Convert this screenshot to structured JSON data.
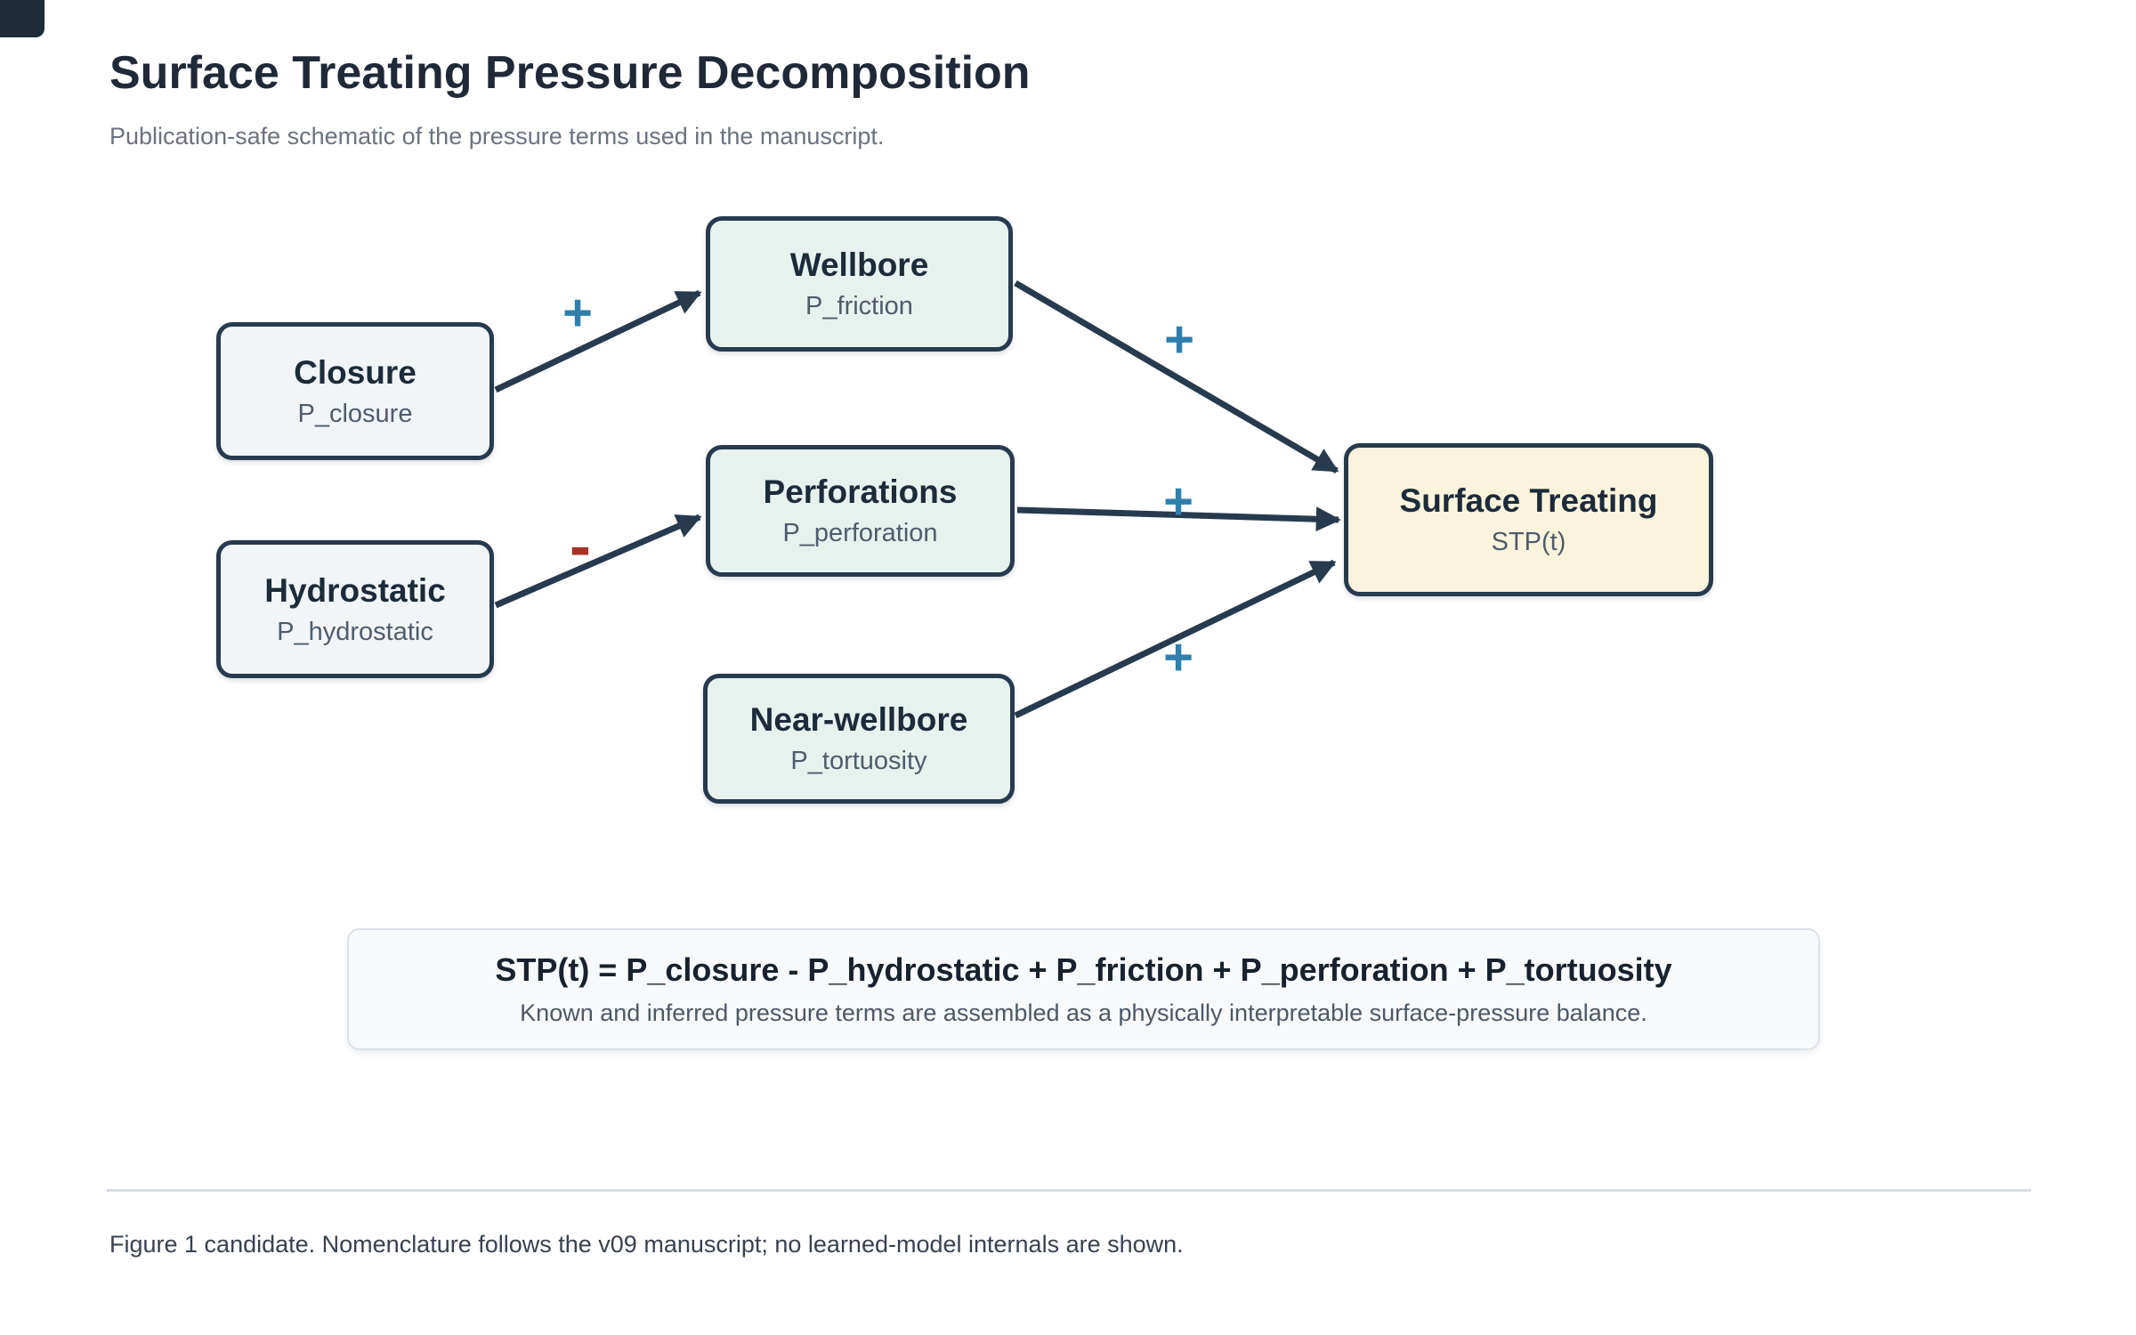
{
  "page": {
    "title": "Surface Treating Pressure Decomposition",
    "subtitle": "Publication-safe schematic of the pressure terms used in the manuscript.",
    "footer": "Figure 1 candidate. Nomenclature follows the v09 manuscript; no learned-model internals are shown."
  },
  "colors": {
    "navy": "#273a4e",
    "ink": "#1f2937",
    "plus-blue": "#2f7fad",
    "minus-red": "#a63327",
    "fill-neutral": "#f2f5f8",
    "fill-teal": "#e7f1ee",
    "fill-cream": "#fcf3dc",
    "panel-fill": "#f7f9fb"
  },
  "diagram": {
    "nodes": [
      {
        "id": "closure",
        "title": "Closure",
        "symbol": "P_closure"
      },
      {
        "id": "hydrostatic",
        "title": "Hydrostatic",
        "symbol": "P_hydrostatic"
      },
      {
        "id": "wellbore",
        "title": "Wellbore",
        "symbol": "P_friction"
      },
      {
        "id": "perforations",
        "title": "Perforations",
        "symbol": "P_perforation"
      },
      {
        "id": "nearwellbore",
        "title": "Near-wellbore",
        "symbol": "P_tortuosity"
      },
      {
        "id": "surface",
        "title": "Surface Treating",
        "symbol": "STP(t)"
      }
    ],
    "edges": [
      {
        "from": "Closure",
        "to": "Wellbore",
        "sign": "+"
      },
      {
        "from": "Hydrostatic",
        "to": "Perforations",
        "sign": "-"
      },
      {
        "from": "Wellbore",
        "to": "Surface Treating",
        "sign": "+"
      },
      {
        "from": "Perforations",
        "to": "Surface Treating",
        "sign": "+"
      },
      {
        "from": "Near-wellbore",
        "to": "Surface Treating",
        "sign": "+"
      }
    ]
  },
  "equation": {
    "formula": "STP(t) = P_closure - P_hydrostatic + P_friction + P_perforation + P_tortuosity",
    "caption": "Known and inferred pressure terms are assembled as a physically interpretable surface-pressure balance."
  }
}
